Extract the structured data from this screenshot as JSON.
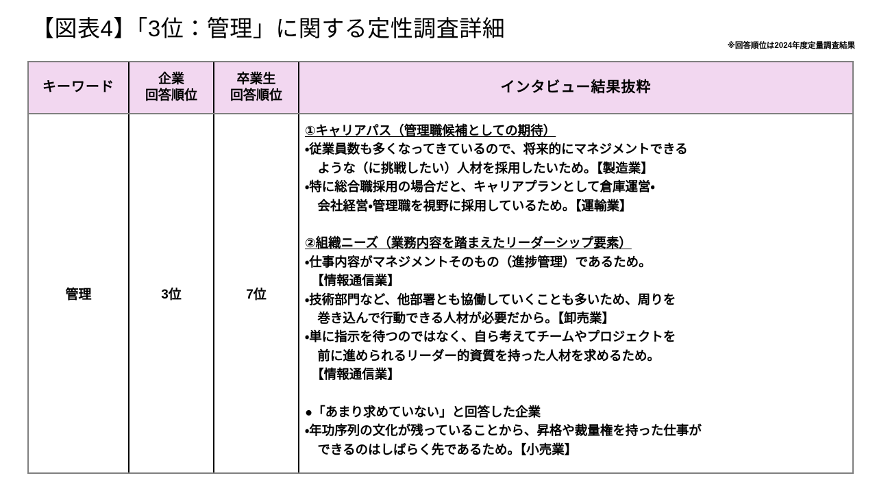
{
  "title": "【図表4】「3位：管理」に関する定性調査詳細",
  "source_note": "※回答順位は2024年度定量調査結果",
  "colors": {
    "header_background": "#F2D7F0",
    "outer_border": "#7F7F7F",
    "inner_border": "#000000",
    "text": "#000000",
    "page_background": "#FFFFFF"
  },
  "table": {
    "headers": {
      "keyword": "キーワード",
      "company_rank_line1": "企業",
      "company_rank_line2": "回答順位",
      "alumni_rank_line1": "卒業生",
      "alumni_rank_line2": "回答順位",
      "excerpt": "インタビュー結果抜粋"
    },
    "rows": [
      {
        "keyword": "管理",
        "company_rank": "3位",
        "alumni_rank": "7位",
        "excerpt_blocks": [
          {
            "heading": "①キャリアパス（管理職候補としての期待）",
            "heading_style": "underline",
            "lines": [
              "・従業員数も多くなってきているので、将来的にマネジメントできる",
              "　ような（に挑戦したい）人材を採用したいため。【製造業】",
              "・特に総合職採用の場合だと、キャリアプランとして倉庫運営・",
              "　会社経営・管理職を視野に採用しているため。【運輸業】"
            ]
          },
          {
            "heading": "②組織ニーズ（業務内容を踏まえたリーダーシップ要素）",
            "heading_style": "underline",
            "lines": [
              "・仕事内容がマネジメントそのもの（進捗管理）であるため。",
              "　【情報通信業】",
              "・技術部門など、他部署とも協働していくことも多いため、周りを",
              "　巻き込んで行動できる人材が必要だから。【卸売業】",
              "・単に指示を待つのではなく、自ら考えてチームやプロジェクトを",
              "　前に進められるリーダー的資質を持った人材を求めるため。",
              "　【情報通信業】"
            ]
          },
          {
            "heading": "●「あまり求めていない」と回答した企業",
            "heading_style": "plain",
            "lines": [
              "・年功序列の文化が残っていることから、昇格や裁量権を持った仕事が",
              "　できるのはしばらく先であるため。【小売業】"
            ]
          }
        ]
      }
    ]
  }
}
